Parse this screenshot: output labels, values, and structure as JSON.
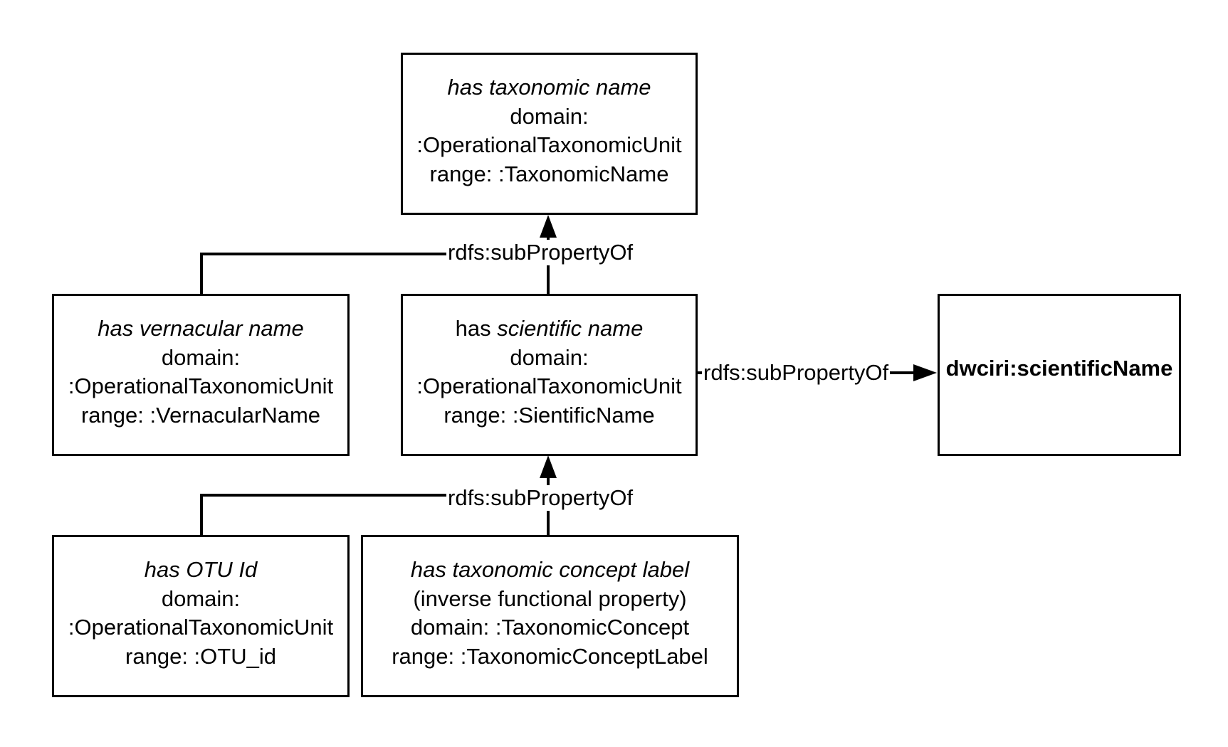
{
  "nodes": {
    "has_taxonomic_name": {
      "title": "has taxonomic name",
      "line1": "domain:",
      "line2": ":OperationalTaxonomicUnit",
      "line3": "range: :TaxonomicName"
    },
    "has_vernacular_name": {
      "title": "has vernacular name",
      "line1": "domain:",
      "line2": ":OperationalTaxonomicUnit",
      "line3": "range: :VernacularName"
    },
    "has_scientific_name": {
      "title_plain": "has ",
      "title_italic": "scientific name",
      "line1": "domain:",
      "line2": ":OperationalTaxonomicUnit",
      "line3": "range: :SientificName"
    },
    "dwciri_scientific_name": {
      "label": "dwciri:scientificName"
    },
    "has_otu_id": {
      "title": "has OTU Id",
      "line1": "domain:",
      "line2": ":OperationalTaxonomicUnit",
      "line3": "range: :OTU_id"
    },
    "has_taxonomic_concept_label": {
      "title": "has taxonomic concept label",
      "line1": "(inverse functional property)",
      "line2": "domain: :TaxonomicConcept",
      "line3": "range: :TaxonomicConceptLabel"
    }
  },
  "edges": {
    "upper_subproperty": "rdfs:subPropertyOf",
    "lower_subproperty": "rdfs:subPropertyOf",
    "right_subproperty": "rdfs:subPropertyOf"
  }
}
